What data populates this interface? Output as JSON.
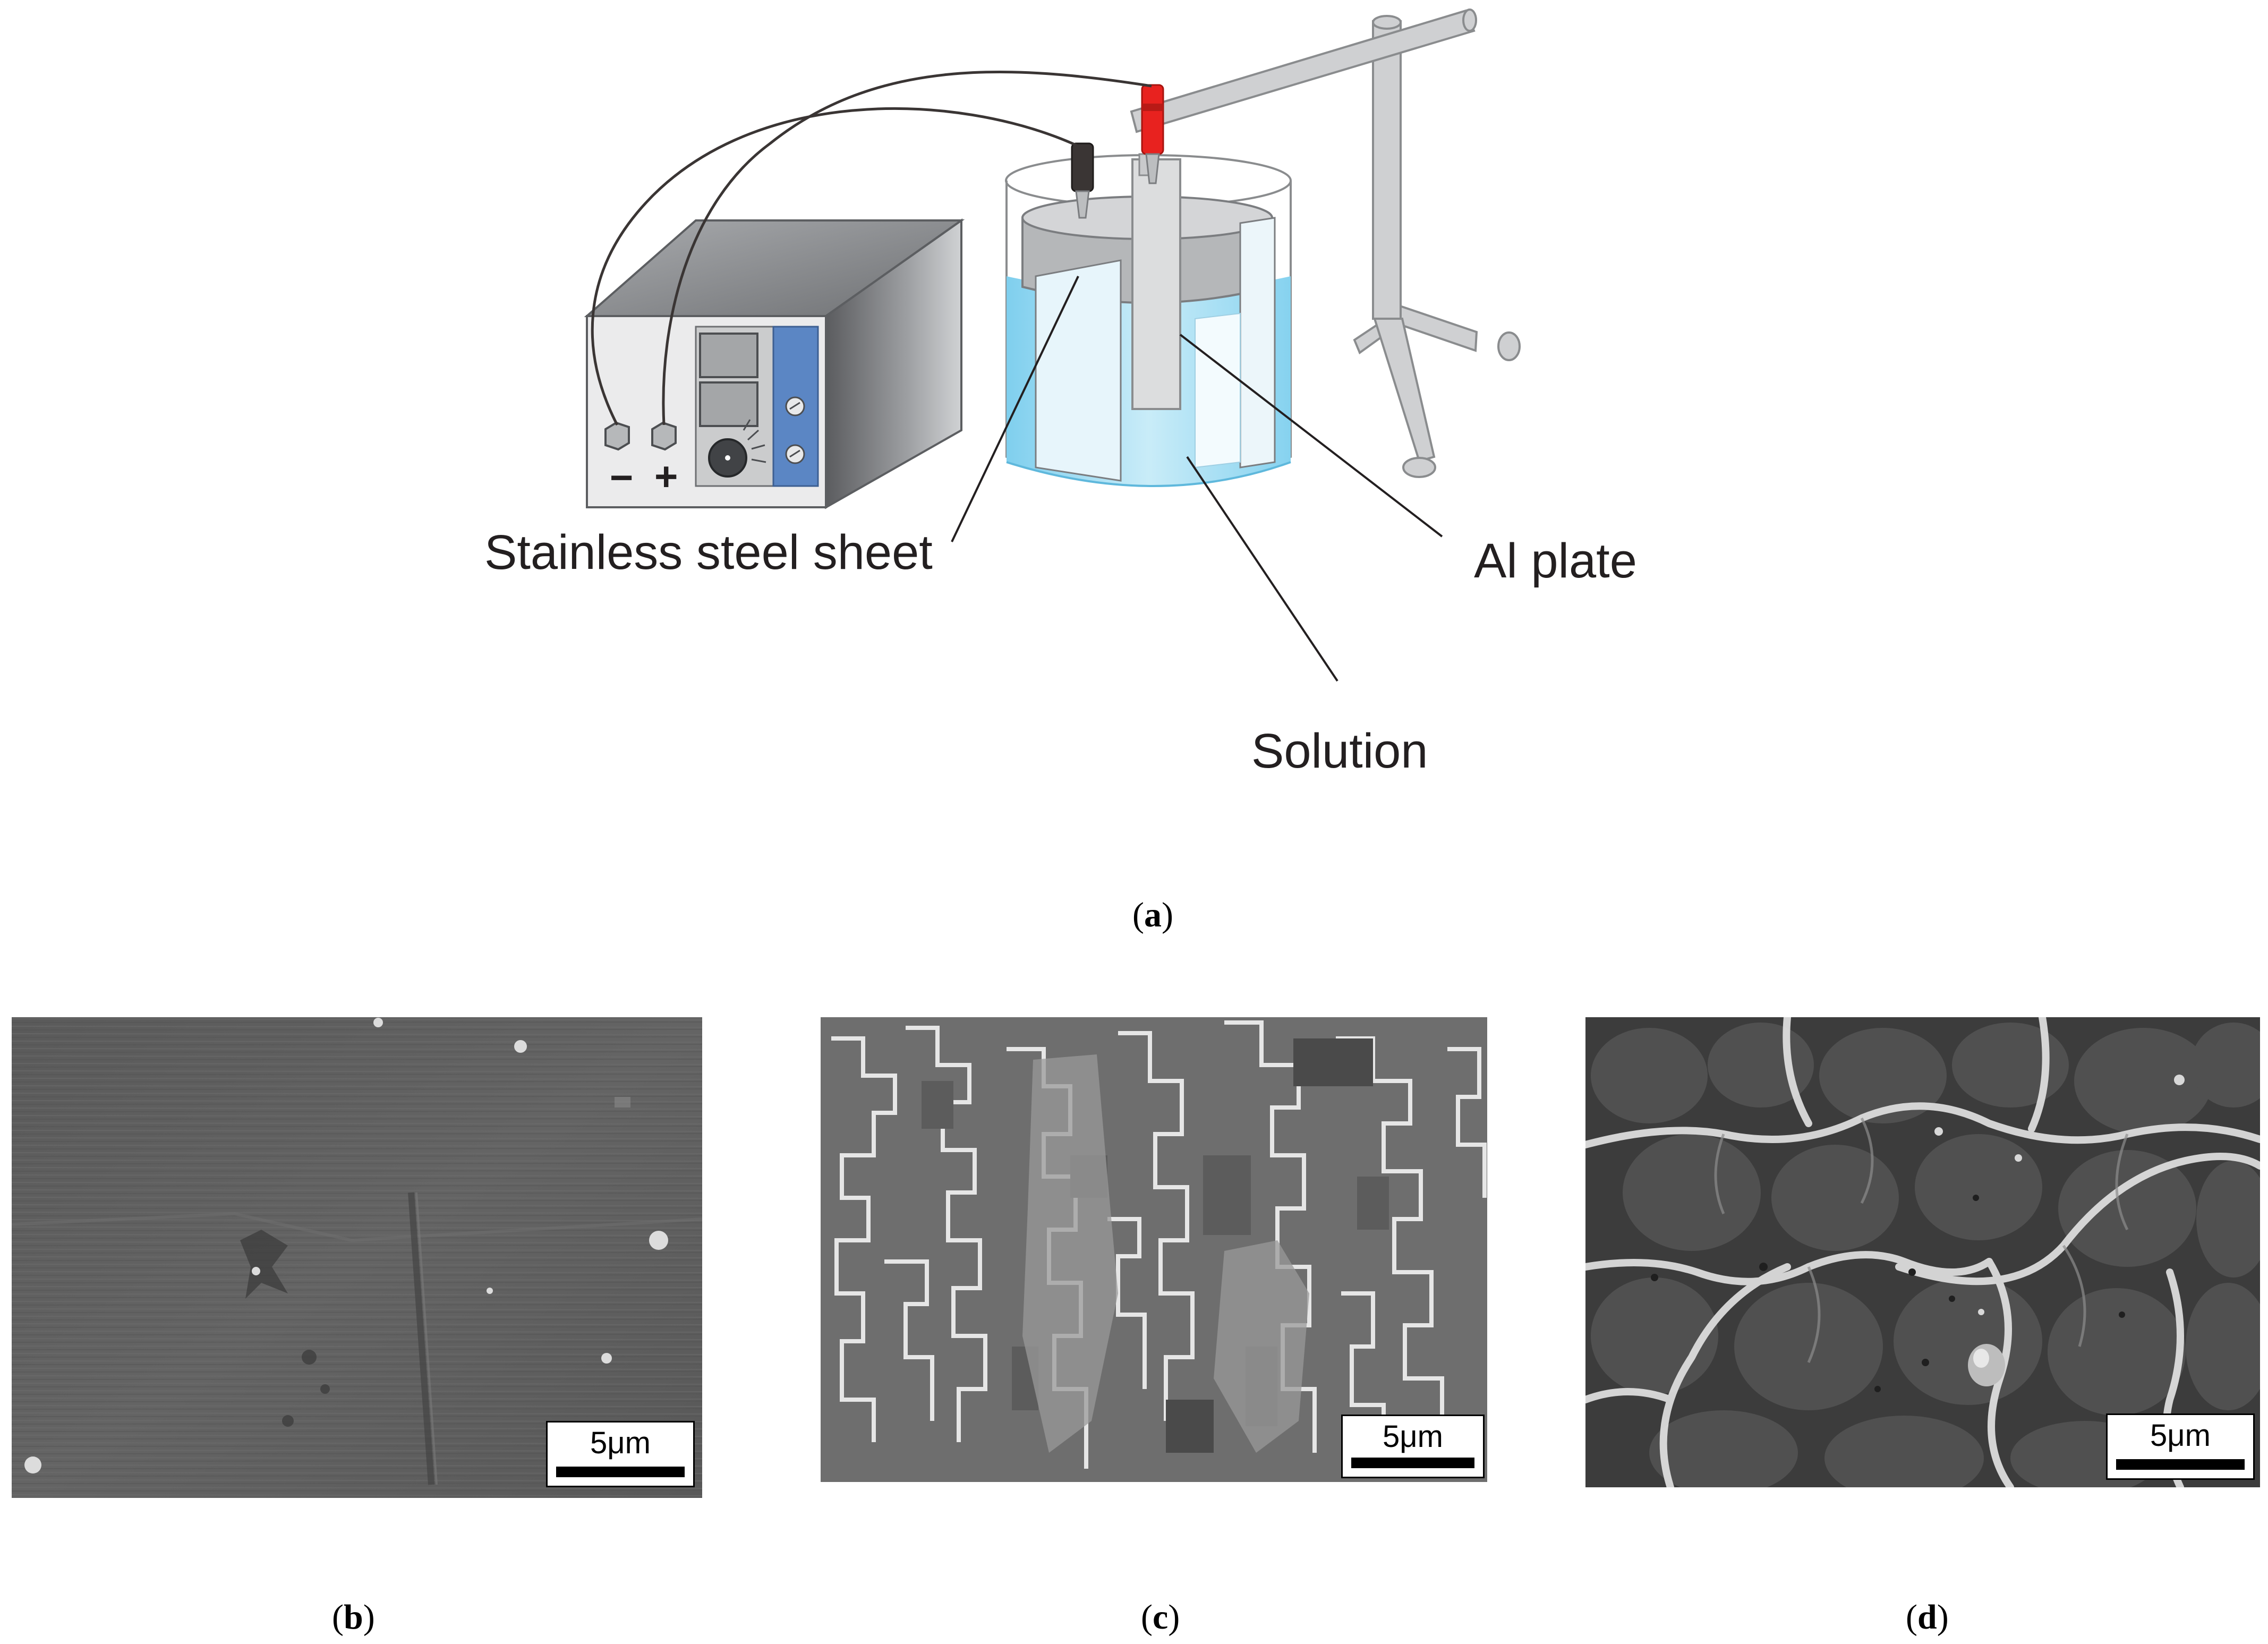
{
  "labels": {
    "stainless": "Stainless steel sheet",
    "al_plate": "Al plate",
    "solution": "Solution",
    "minus": "−",
    "plus": "+"
  },
  "panels": {
    "a": "a",
    "b": "b",
    "c": "c",
    "d": "d"
  },
  "scale_bar": {
    "b": "5μm",
    "c": "5μm",
    "d": "5μm"
  },
  "colors": {
    "solution_blue": "#8fd6ef",
    "anode_clip": "#e8221f",
    "cathode_clip": "#3a3534",
    "panel_blue": "#5b86c4"
  }
}
